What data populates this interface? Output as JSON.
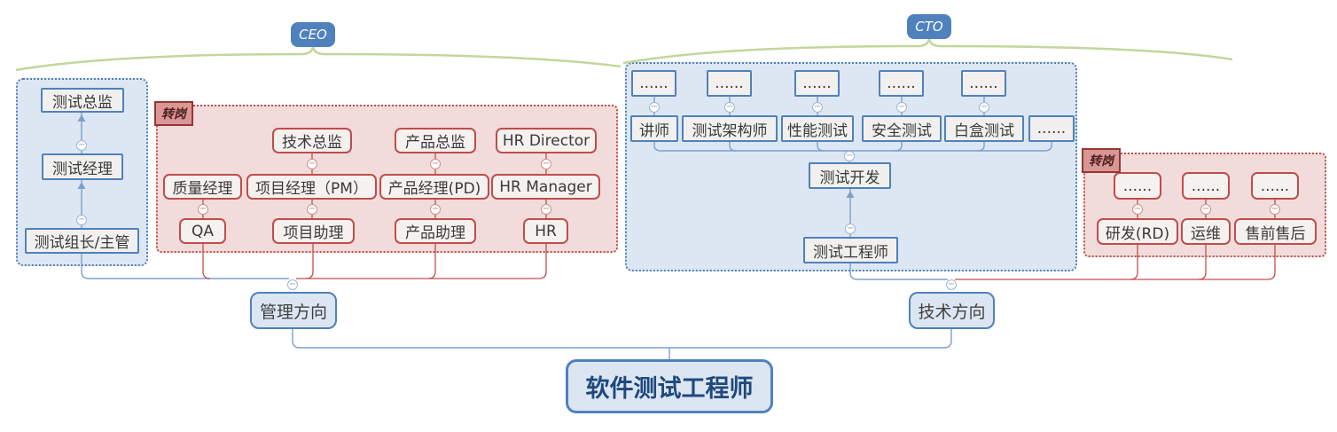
{
  "diagram": {
    "root": {
      "label": "软件测试工程师"
    },
    "branches": {
      "management": {
        "label": "管理方向"
      },
      "technical": {
        "label": "技术方向"
      }
    },
    "callouts": {
      "ceo": {
        "label": "CEO"
      },
      "cto": {
        "label": "CTO"
      }
    },
    "left_blue_group": {
      "nodes": [
        {
          "label": "测试总监"
        },
        {
          "label": "测试经理"
        },
        {
          "label": "测试组长/主管"
        }
      ]
    },
    "left_red_group": {
      "badge": "转岗",
      "columns": [
        {
          "mid": "质量经理",
          "bottom": "QA"
        },
        {
          "top": "技术总监",
          "mid": "项目经理（PM）",
          "bottom": "项目助理"
        },
        {
          "top": "产品总监",
          "mid": "产品经理(PD)",
          "bottom": "产品助理"
        },
        {
          "top": "HR Director",
          "mid": "HR Manager",
          "bottom": "HR"
        }
      ]
    },
    "right_blue_group": {
      "top_dots": [
        "......",
        "......",
        "......",
        "......",
        "......"
      ],
      "specialties": [
        "讲师",
        "测试架构师",
        "性能测试",
        "安全测试",
        "白盒测试",
        "......"
      ],
      "dev": "测试开发",
      "engineer": "测试工程师"
    },
    "right_red_group": {
      "badge": "转岗",
      "columns": [
        {
          "top": "......",
          "bottom": "研发(RD)"
        },
        {
          "top": "......",
          "bottom": "运维"
        },
        {
          "top": "......",
          "bottom": "售前售后"
        }
      ]
    },
    "icons": {
      "collapse": "−"
    },
    "colors": {
      "blue_border": "#4f81bd",
      "blue_fill": "#dce6f2",
      "red_border": "#c0504d",
      "red_fill": "#f2dcdb",
      "badge_fill": "#d99694",
      "brace_green": "#c3d69b",
      "connector_blue": "#95b3d7",
      "connector_red": "#c0504d",
      "root_text": "#1f497d"
    }
  }
}
